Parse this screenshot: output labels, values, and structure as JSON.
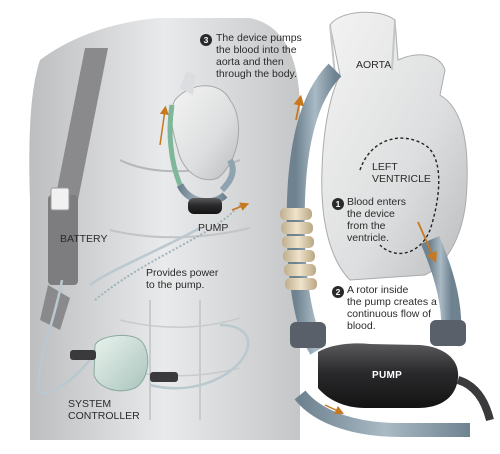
{
  "steps": [
    {
      "number": "3",
      "text": "The device pumps\nthe blood into the\naorta and then\nthrough the body."
    },
    {
      "number": "1",
      "text": "Blood enters\nthe device\nfrom the\nventricle."
    },
    {
      "number": "2",
      "text": "A rotor inside\nthe pump creates a\ncontinuous flow of\nblood."
    }
  ],
  "labels": {
    "aorta": "AORTA",
    "left_ventricle": "LEFT\nVENTRICLE",
    "battery": "BATTERY",
    "pump_small": "PUMP",
    "pump_large": "PUMP",
    "power": "Provides power\nto the pump.",
    "controller": "SYSTEM\nCONTROLLER"
  },
  "colors": {
    "tube": "#8fa3b1",
    "cable": "#b9c9cf",
    "arrow": "#c8781e",
    "pump_body": "#2e2e30",
    "cuff": "#d9cbb0",
    "heart": "#e4e5e6",
    "battery": "#7d7d80"
  }
}
